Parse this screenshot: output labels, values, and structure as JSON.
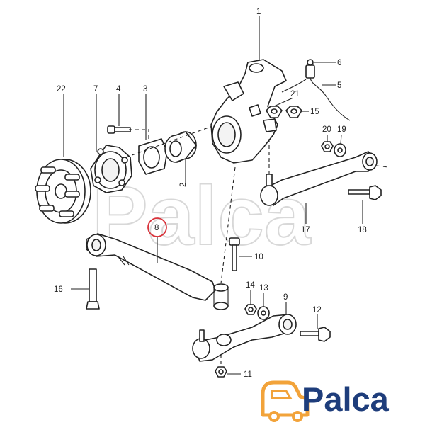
{
  "watermark": {
    "text": "Palca"
  },
  "logo": {
    "text": "Palca",
    "van_color": "#f2a33a",
    "text_color": "#1e3d7b"
  },
  "highlight": {
    "part": "8",
    "color": "#d9333b"
  },
  "callouts": [
    {
      "id": "1",
      "label": "1"
    },
    {
      "id": "2",
      "label": "2"
    },
    {
      "id": "3",
      "label": "3"
    },
    {
      "id": "4",
      "label": "4"
    },
    {
      "id": "5",
      "label": "5"
    },
    {
      "id": "6",
      "label": "6"
    },
    {
      "id": "7",
      "label": "7"
    },
    {
      "id": "8",
      "label": "8"
    },
    {
      "id": "9",
      "label": "9"
    },
    {
      "id": "10",
      "label": "10"
    },
    {
      "id": "11",
      "label": "11"
    },
    {
      "id": "12",
      "label": "12"
    },
    {
      "id": "13",
      "label": "13"
    },
    {
      "id": "14",
      "label": "14"
    },
    {
      "id": "15",
      "label": "15"
    },
    {
      "id": "16",
      "label": "16"
    },
    {
      "id": "17",
      "label": "17"
    },
    {
      "id": "18",
      "label": "18"
    },
    {
      "id": "19",
      "label": "19"
    },
    {
      "id": "20",
      "label": "20"
    },
    {
      "id": "21",
      "label": "21"
    },
    {
      "id": "22",
      "label": "22"
    }
  ]
}
